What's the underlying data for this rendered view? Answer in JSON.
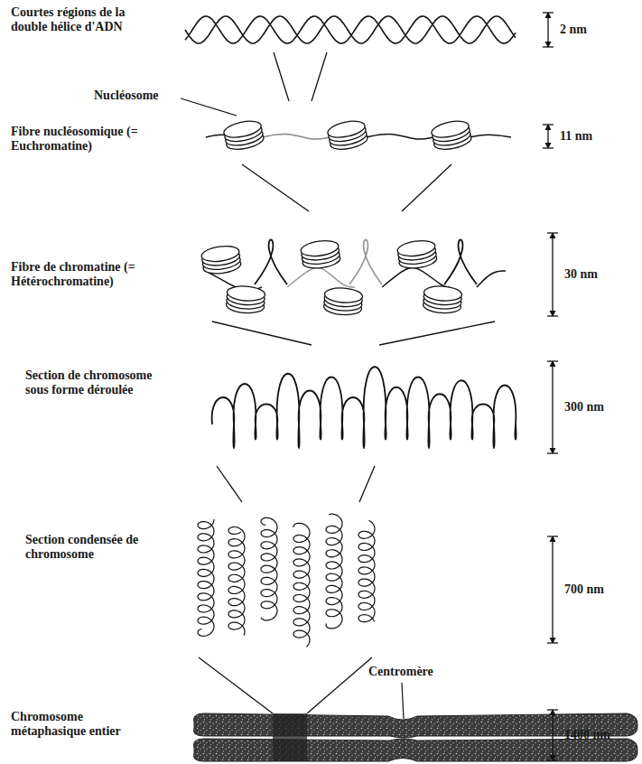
{
  "diagram": {
    "labels": [
      "Courtes régions de la double hélice d'ADN",
      "2 nm",
      "Nucléosome",
      "Fibre nucléosomique (= Euchromatine)",
      "11 nm",
      "Fibre de chromatine (= Hétérochromatine)",
      "30 nm",
      "Section de chromosome sous forme déroulée",
      "300 nm",
      "Section condensée de chromosome",
      "700 nm",
      "Centromère",
      "Chromosome métaphasique entier",
      "1400 nm"
    ]
  }
}
